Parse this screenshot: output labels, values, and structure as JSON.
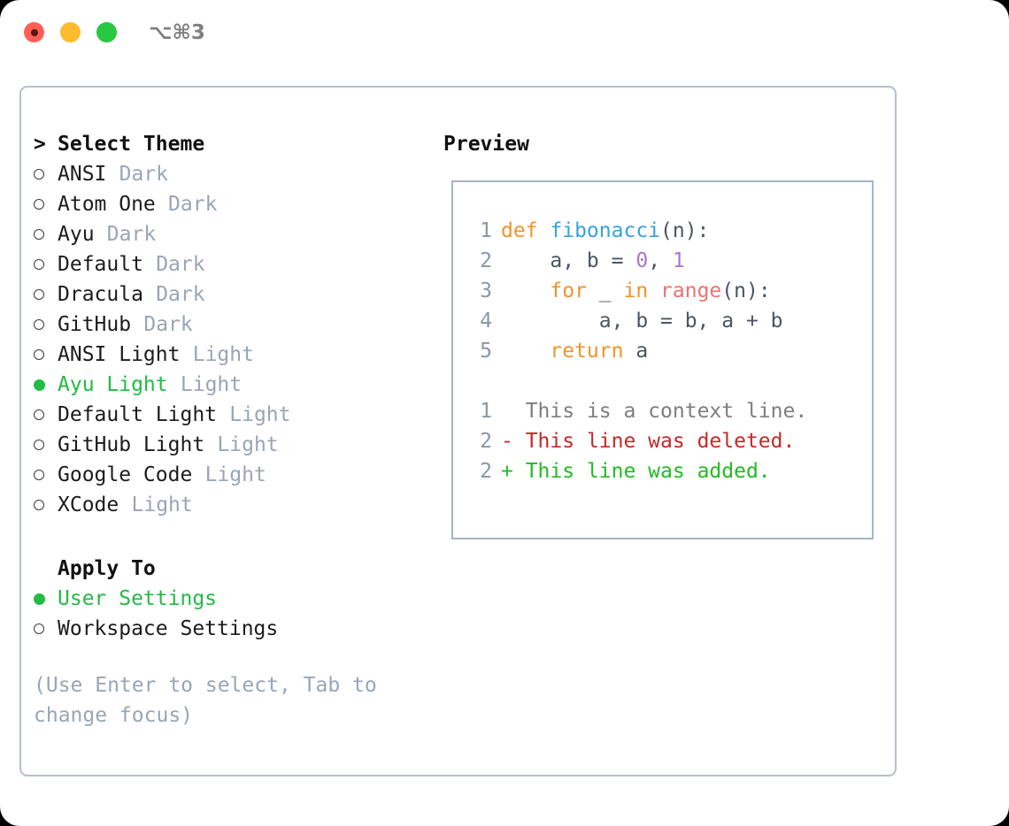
{
  "window": {
    "title": "⌥⌘3",
    "traffic_lights": [
      "close-red",
      "minimize-yellow",
      "maximize-green"
    ]
  },
  "theme_picker": {
    "heading": "Select Theme",
    "heading_caret": ">",
    "items": [
      {
        "label": "ANSI",
        "tag": "Dark",
        "selected": false
      },
      {
        "label": "Atom One",
        "tag": "Dark",
        "selected": false
      },
      {
        "label": "Ayu",
        "tag": "Dark",
        "selected": false
      },
      {
        "label": "Default",
        "tag": "Dark",
        "selected": false
      },
      {
        "label": "Dracula",
        "tag": "Dark",
        "selected": false
      },
      {
        "label": "GitHub",
        "tag": "Dark",
        "selected": false
      },
      {
        "label": "ANSI Light",
        "tag": "Light",
        "selected": false
      },
      {
        "label": "Ayu Light",
        "tag": "Light",
        "selected": true
      },
      {
        "label": "Default Light",
        "tag": "Light",
        "selected": false
      },
      {
        "label": "GitHub Light",
        "tag": "Light",
        "selected": false
      },
      {
        "label": "Google Code",
        "tag": "Light",
        "selected": false
      },
      {
        "label": "XCode",
        "tag": "Light",
        "selected": false
      }
    ]
  },
  "apply_to": {
    "heading": "Apply To",
    "items": [
      {
        "label": "User Settings",
        "selected": true
      },
      {
        "label": "Workspace Settings",
        "selected": false
      }
    ]
  },
  "hint": "(Use Enter to select, Tab to change focus)",
  "preview": {
    "heading": "Preview",
    "code_lines": [
      {
        "no": "1",
        "tokens": [
          {
            "t": "def ",
            "c": "t-kw"
          },
          {
            "t": "fibonacci",
            "c": "t-fn"
          },
          {
            "t": "(n):",
            "c": "t-punc"
          }
        ]
      },
      {
        "no": "2",
        "tokens": [
          {
            "t": "    a, b = ",
            "c": "t-txt"
          },
          {
            "t": "0",
            "c": "t-num"
          },
          {
            "t": ", ",
            "c": "t-punc"
          },
          {
            "t": "1",
            "c": "t-num"
          }
        ]
      },
      {
        "no": "3",
        "tokens": [
          {
            "t": "    for ",
            "c": "t-kw"
          },
          {
            "t": "_ ",
            "c": "t-txt"
          },
          {
            "t": "in ",
            "c": "t-kw"
          },
          {
            "t": "range",
            "c": "t-call"
          },
          {
            "t": "(n):",
            "c": "t-punc"
          }
        ]
      },
      {
        "no": "4",
        "tokens": [
          {
            "t": "        a, b = b, a + b",
            "c": "t-txt"
          }
        ]
      },
      {
        "no": "5",
        "tokens": [
          {
            "t": "    return ",
            "c": "t-kw"
          },
          {
            "t": "a",
            "c": "t-txt"
          }
        ]
      }
    ],
    "diff_lines": [
      {
        "no": "1",
        "marker": " ",
        "text": " This is a context line.",
        "cls": "d-ctx"
      },
      {
        "no": "2",
        "marker": "-",
        "text": " This line was deleted.",
        "cls": "d-del"
      },
      {
        "no": "2",
        "marker": "+",
        "text": " This line was added.",
        "cls": "d-add"
      }
    ]
  },
  "colors": {
    "accent_green": "#22bb44",
    "muted": "#9aa5b5",
    "panel_border": "#b6bfcc",
    "preview_border": "#a9b3c4",
    "keyword": "#f2932a",
    "function": "#36a3e0",
    "number": "#a37acc",
    "call": "#f07171",
    "diff_deleted": "#c62828",
    "diff_added": "#22bb22",
    "line_number": "#8a96a8"
  }
}
